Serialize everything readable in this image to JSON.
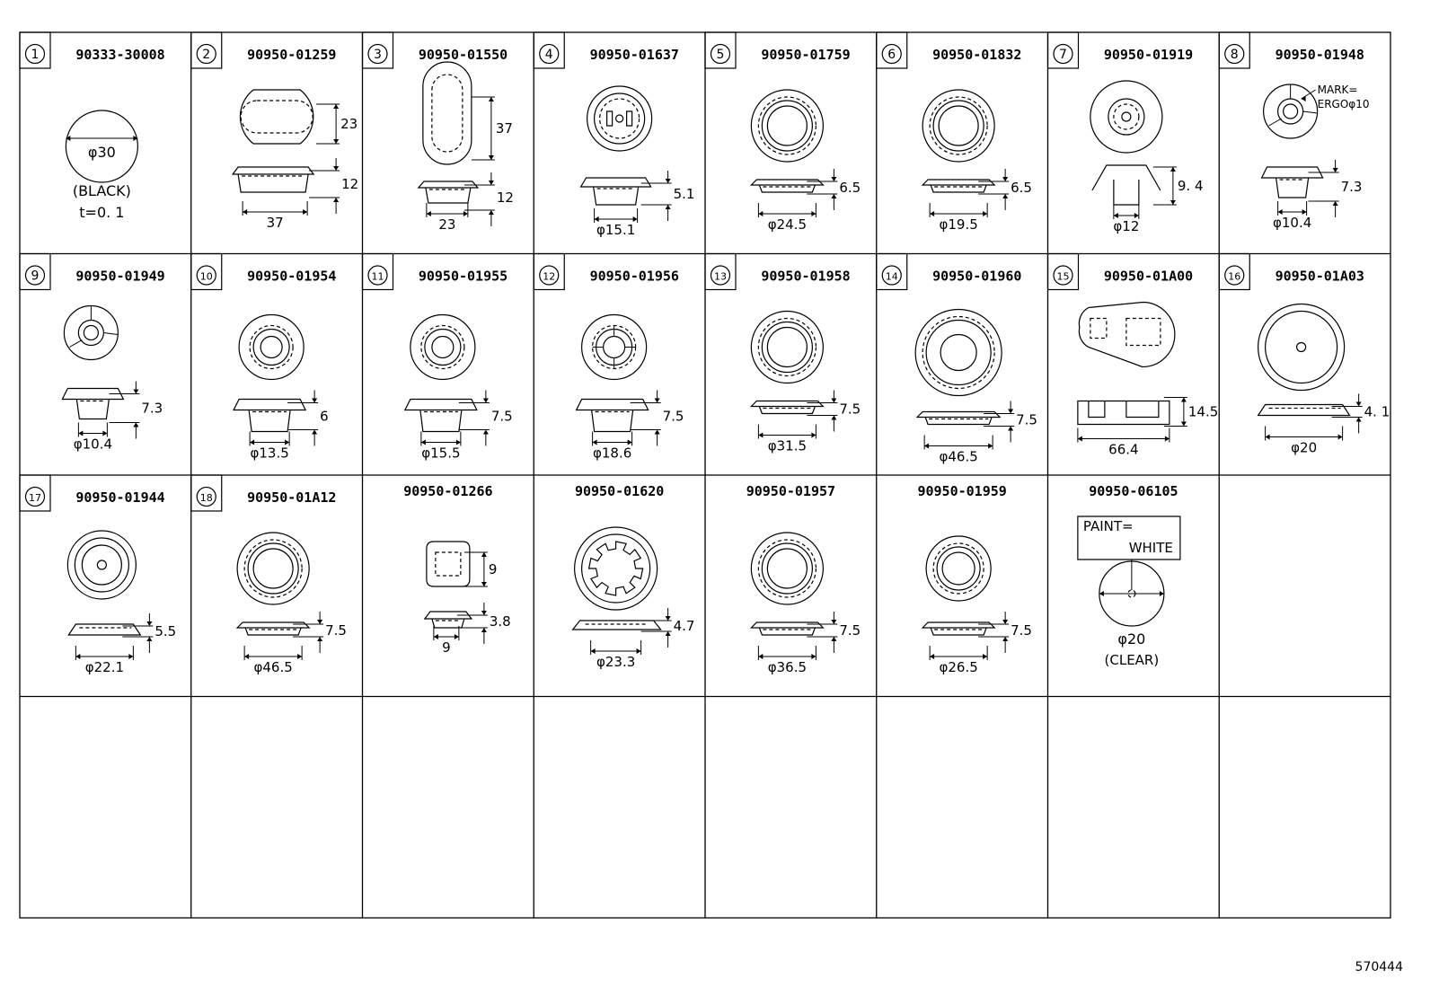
{
  "footer": {
    "reference": "570444"
  },
  "cells": [
    {
      "index": "1",
      "part": "90333-30008",
      "type": "disc",
      "labels": [
        "φ30",
        "(BLACK)",
        "t=0. 1"
      ]
    },
    {
      "index": "2",
      "part": "90950-01259",
      "type": "oval-h",
      "labels": [
        "23",
        "12",
        "37"
      ]
    },
    {
      "index": "3",
      "part": "90950-01550",
      "type": "oval-v",
      "labels": [
        "37",
        "12",
        "23"
      ]
    },
    {
      "index": "4",
      "part": "90950-01637",
      "type": "plug-slot",
      "labels": [
        "5.1",
        "φ15.1"
      ]
    },
    {
      "index": "5",
      "part": "90950-01759",
      "type": "ring",
      "labels": [
        "6.5",
        "φ24.5"
      ]
    },
    {
      "index": "6",
      "part": "90950-01832",
      "type": "ring",
      "labels": [
        "6.5",
        "φ19.5"
      ]
    },
    {
      "index": "7",
      "part": "90950-01919",
      "type": "cap",
      "labels": [
        "9. 4",
        "φ12"
      ]
    },
    {
      "index": "8",
      "part": "90950-01948",
      "type": "split",
      "labels": [
        "MARK=",
        "ERGOφ10",
        "7.3",
        "φ10.4"
      ]
    },
    {
      "index": "9",
      "part": "90950-01949",
      "type": "split",
      "labels": [
        "7.3",
        "φ10.4"
      ]
    },
    {
      "index": "10",
      "part": "90950-01954",
      "type": "plug",
      "labels": [
        "6",
        "φ13.5"
      ]
    },
    {
      "index": "11",
      "part": "90950-01955",
      "type": "plug",
      "labels": [
        "7.5",
        "φ15.5"
      ]
    },
    {
      "index": "12",
      "part": "90950-01956",
      "type": "plug-cross",
      "labels": [
        "7.5",
        "φ18.6"
      ]
    },
    {
      "index": "13",
      "part": "90950-01958",
      "type": "ring",
      "labels": [
        "7.5",
        "φ31.5"
      ]
    },
    {
      "index": "14",
      "part": "90950-01960",
      "type": "ring-big",
      "labels": [
        "7.5",
        "φ46.5"
      ]
    },
    {
      "index": "15",
      "part": "90950-01A00",
      "type": "teardrop",
      "labels": [
        "14.5",
        "66.4"
      ]
    },
    {
      "index": "16",
      "part": "90950-01A03",
      "type": "ring-dot",
      "labels": [
        "4. 1",
        "φ20"
      ]
    },
    {
      "index": "17",
      "part": "90950-01944",
      "type": "ring-dot",
      "labels": [
        "5.5",
        "φ22.1"
      ]
    },
    {
      "index": "18",
      "part": "90950-01A12",
      "type": "ring",
      "labels": [
        "7.5",
        "φ46.5"
      ]
    },
    {
      "index": "",
      "part": "90950-01266",
      "type": "square",
      "labels": [
        "9",
        "3.8",
        "9"
      ]
    },
    {
      "index": "",
      "part": "90950-01620",
      "type": "gear",
      "labels": [
        "4.7",
        "φ23.3"
      ]
    },
    {
      "index": "",
      "part": "90950-01957",
      "type": "ring",
      "labels": [
        "7.5",
        "φ36.5"
      ]
    },
    {
      "index": "",
      "part": "90950-01959",
      "type": "ring-small",
      "labels": [
        "7.5",
        "φ26.5"
      ]
    },
    {
      "index": "",
      "part": "90950-06105",
      "type": "paint-disc",
      "labels": [
        "PAINT=",
        "WHITE",
        "φ20",
        "(CLEAR)"
      ]
    }
  ]
}
